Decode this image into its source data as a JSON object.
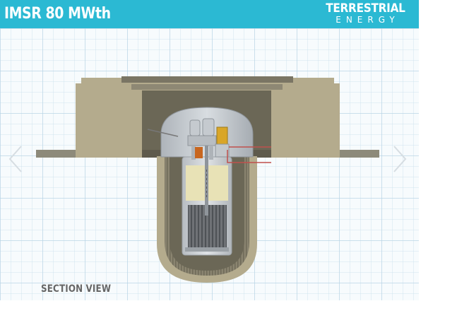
{
  "header": {
    "title": "IMSR 80 MWth",
    "brand_top": "TERRESTRIAL",
    "brand_bottom": "ENERGY"
  },
  "footer": {
    "section_label": "SECTION VIEW"
  },
  "colors": {
    "header_bg": "#2bb9d3",
    "silo_khaki": "#b4ab8d",
    "silo_dark": "#6b6756",
    "fuel_salt": "#e8e2b6",
    "graphite_core": "#6f7276",
    "pump_orange": "#c8661f",
    "heat_exchanger_gold": "#d9a628"
  },
  "icons": {
    "prev": "chevron-left-icon",
    "next": "chevron-right-icon"
  }
}
